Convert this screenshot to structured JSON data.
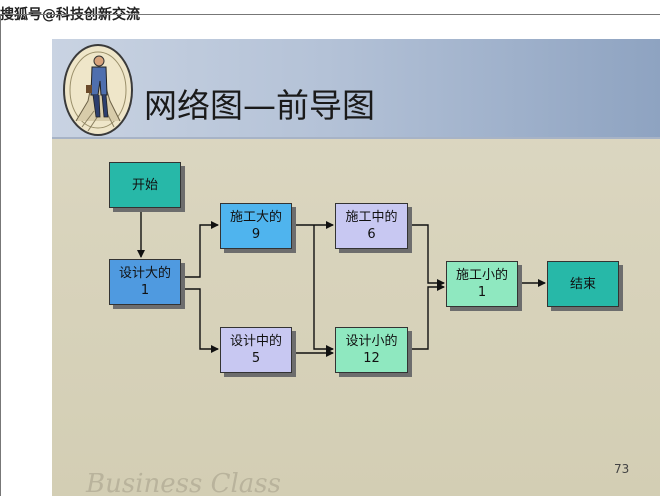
{
  "watermark": "搜狐号@科技创新交流",
  "title": "网络图—前导图",
  "page_number": "73",
  "script_text": "Business Class",
  "nodes": {
    "start": {
      "label": "开始"
    },
    "design_large": {
      "label": "设计大的",
      "value": "1"
    },
    "build_large": {
      "label": "施工大的",
      "value": "9"
    },
    "design_medium": {
      "label": "设计中的",
      "value": "5"
    },
    "build_medium": {
      "label": "施工中的",
      "value": "6"
    },
    "design_small": {
      "label": "设计小的",
      "value": "12"
    },
    "build_small": {
      "label": "施工小的",
      "value": "1"
    },
    "end": {
      "label": "结束"
    }
  },
  "colors": {
    "start": "#27b8a8",
    "design_large": "#4f9ae0",
    "build_large": "#4fb4ee",
    "design_medium": "#c8c8f2",
    "build_medium": "#c8c8f2",
    "design_small": "#8fe8c0",
    "build_small": "#8fe8c0",
    "end": "#27b8a8"
  }
}
